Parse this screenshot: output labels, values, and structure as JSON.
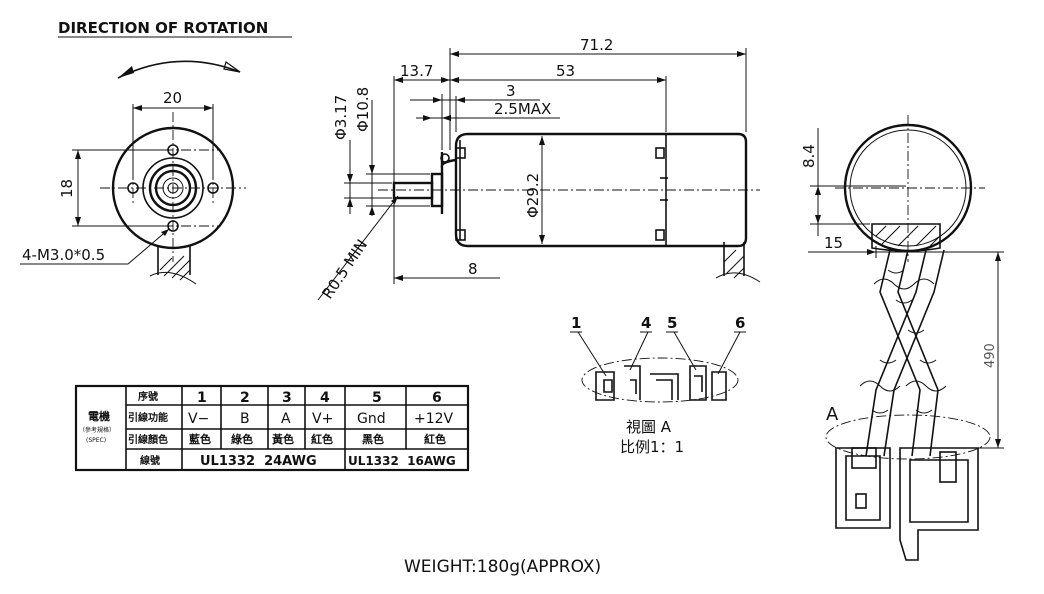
{
  "title": "DIRECTION OF ROTATION",
  "front_view": {
    "dim_width": "20",
    "dim_height": "18",
    "screw_spec": "4-M3.0*0.5"
  },
  "side_view": {
    "dim_total": "71.2",
    "dim_body": "53",
    "dim_shaft_ext": "13.7",
    "dim_3": "3",
    "dim_boss": "2.5MAX",
    "dim_shaft_dia": "Φ3.17",
    "dim_boss_dia": "Φ10.8",
    "dim_body_dia": "Φ29.2",
    "dim_8": "8",
    "radius_note": "R0.5 MIN"
  },
  "right_view": {
    "dim_84": "8.4",
    "dim_15": "15",
    "dim_490": "490",
    "label_a": "A"
  },
  "detail_a": {
    "pins": [
      "1",
      "4",
      "5",
      "6"
    ],
    "caption_line1": "視圖 A",
    "caption_line2": "比例1：1"
  },
  "table": {
    "row_header_main": "電機",
    "row_header_sub1": "（參考規格）",
    "row_header_sub2": "(SPEC)",
    "labels": [
      "序號",
      "引線功能",
      "引線顏色",
      "線號"
    ],
    "numbers": [
      "1",
      "2",
      "3",
      "4",
      "5",
      "6"
    ],
    "functions": [
      "V−",
      "B",
      "A",
      "V+",
      "Gnd",
      "+12V"
    ],
    "colors": [
      "藍色",
      "綠色",
      "黃色",
      "紅色",
      "黑色",
      "紅色"
    ],
    "wire_left": "UL1332  24AWG",
    "wire_right": "UL1332  16AWG"
  },
  "weight": "WEIGHT:180g(APPROX)"
}
